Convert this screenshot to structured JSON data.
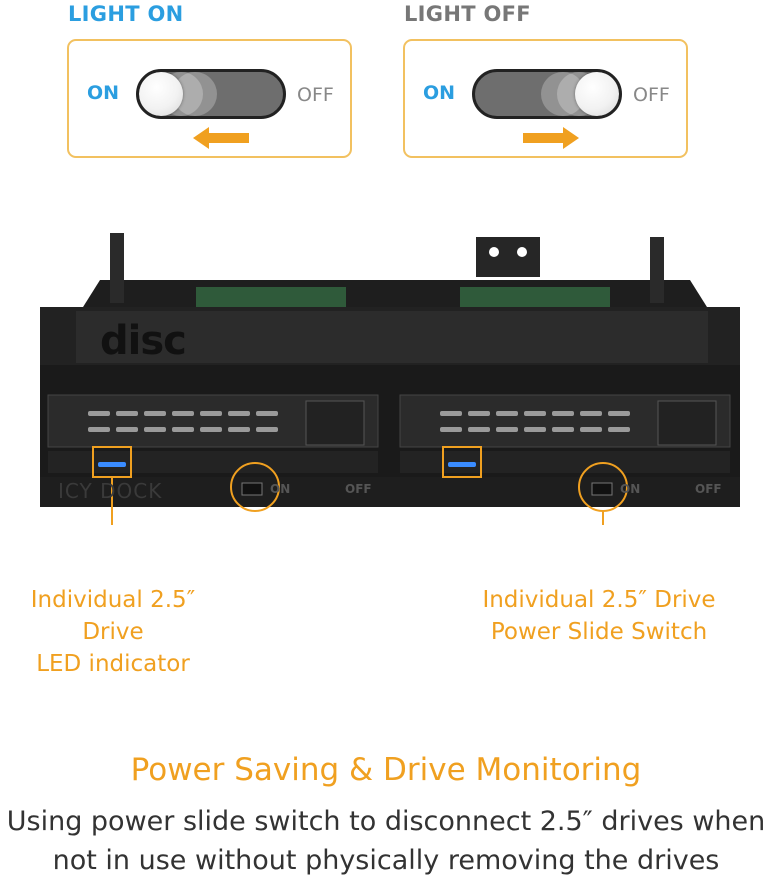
{
  "panels": {
    "light_on": {
      "title": "LIGHT ON",
      "on_label": "ON",
      "off_label": "OFF"
    },
    "light_off": {
      "title": "LIGHT OFF",
      "on_label": "ON",
      "off_label": "OFF"
    }
  },
  "device": {
    "brand_top": "disc",
    "brand_front": "ICY DOCK",
    "switch_on": "ON",
    "switch_off": "OFF"
  },
  "callouts": {
    "led": {
      "line1": "Individual 2.5″ Drive",
      "line2": "LED indicator"
    },
    "switch": {
      "line1": "Individual 2.5″ Drive",
      "line2": "Power Slide Switch"
    }
  },
  "headline": "Power Saving & Drive Monitoring",
  "description": {
    "line1": "Using power slide switch to disconnect 2.5″ drives when",
    "line2": "not in use without physically removing the drives"
  },
  "colors": {
    "accent": "#f0a020",
    "on_blue": "#2b9ee0",
    "off_gray": "#777777",
    "led_blue": "#3a8cff"
  }
}
